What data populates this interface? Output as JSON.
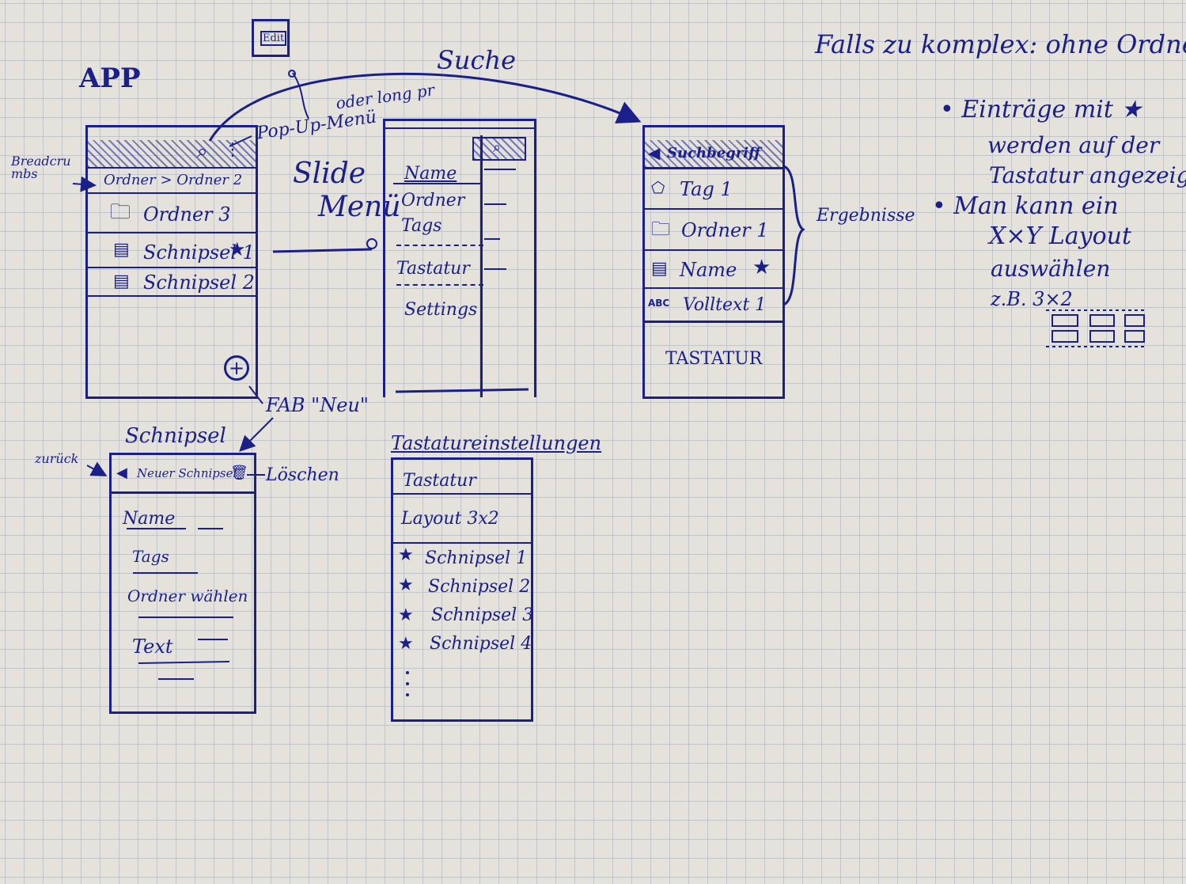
{
  "labels": {
    "app": "APP",
    "suche": "Suche",
    "oder_long_press": "oder long pr",
    "pop_up_menu": "Pop-Up-Menü",
    "breadcrumbs": "Breadcrumbs",
    "slide_menu_1": "Slide",
    "slide_menu_2": "Menü",
    "ergebnisse": "Ergebnisse",
    "fab_neu": "FAB \"Neu\"",
    "schnipsel_title": "Schnipsel",
    "zurueck": "zurück",
    "loeschen": "Löschen",
    "tastatureinstellungen": "Tastatureinstellungen",
    "edit_icon_label": "Edit"
  },
  "app_screen": {
    "breadcrumb": "Ordner > Ordner 2",
    "items": [
      "Ordner 3",
      "Schnipsel 1",
      "Schnipsel 2"
    ]
  },
  "slide_menu_screen": {
    "items": [
      "Name",
      "Ordner",
      "Tags",
      "Tastatur",
      "Settings"
    ]
  },
  "search_screen": {
    "query": "Suchbegriff",
    "results": [
      "Tag 1",
      "Ordner 1",
      "Name",
      "Volltext 1"
    ],
    "keyboard": "TASTATUR"
  },
  "schnipsel_screen": {
    "toolbar_title": "Neuer Schnipsel",
    "fields": [
      "Name",
      "Tags",
      "Ordner wählen",
      "Text"
    ]
  },
  "keyboard_settings_screen": {
    "header": "Tastatur",
    "layout": "Layout 3x2",
    "favorites": [
      "Schnipsel 1",
      "Schnipsel 2",
      "Schnipsel 3",
      "Schnipsel 4"
    ]
  },
  "notes": {
    "title": "Falls zu komplex: ohne Ordner",
    "bullet1_line1": "• Einträge mit ★",
    "bullet1_line2": "werden auf der",
    "bullet1_line3": "Tastatur angezeigt",
    "bullet2_line1": "• Man kann ein",
    "bullet2_line2": "X×Y Layout",
    "bullet2_line3": "auswählen",
    "example": "z.B. 3×2"
  },
  "colors": {
    "ink": "#1a1f8a",
    "paper": "#e4e2db",
    "grid": "#c3c6c8"
  }
}
